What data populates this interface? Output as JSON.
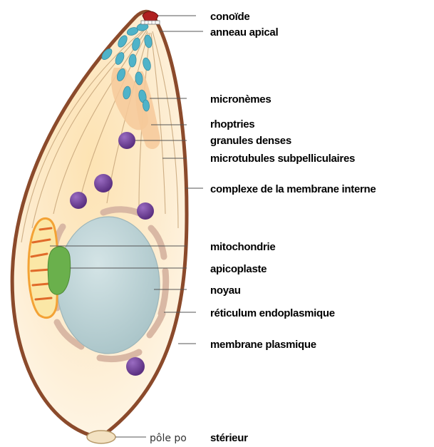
{
  "labels": {
    "conoide": "conoïde",
    "apical_ring": "anneau apical",
    "micronemes": "micronèmes",
    "rhoptries": "rhoptries",
    "dense_granules": "granules denses",
    "subpellicular_microtubules": "microtubules subpelliculaires",
    "inner_membrane_complex": "complexe de la membrane interne",
    "mitochondrion": "mitochondrie",
    "apicoplast": "apicoplaste",
    "nucleus": "noyau",
    "endoplasmic_reticulum": "réticulum endoplasmique",
    "plasma_membrane": "membrane plasmique",
    "posterior_pole_overlay": "pôle po",
    "posterior_pole_suffix": "stérieur"
  },
  "colors": {
    "pellicle": "#8b4a2b",
    "cytoplasm": "#fde7c1",
    "cytoplasm_light": "#fff6e4",
    "micronemes": "#4fb3c9",
    "rhoptries": "#f6c99a",
    "dense_granules": "#6a3d8f",
    "nucleus": "#bcd3d6",
    "apicoplast": "#6ab04c",
    "mitochondrion": "#f3a235",
    "endoplasmic_reticulum": "#d9b8a4",
    "conoid": "#b02020"
  }
}
